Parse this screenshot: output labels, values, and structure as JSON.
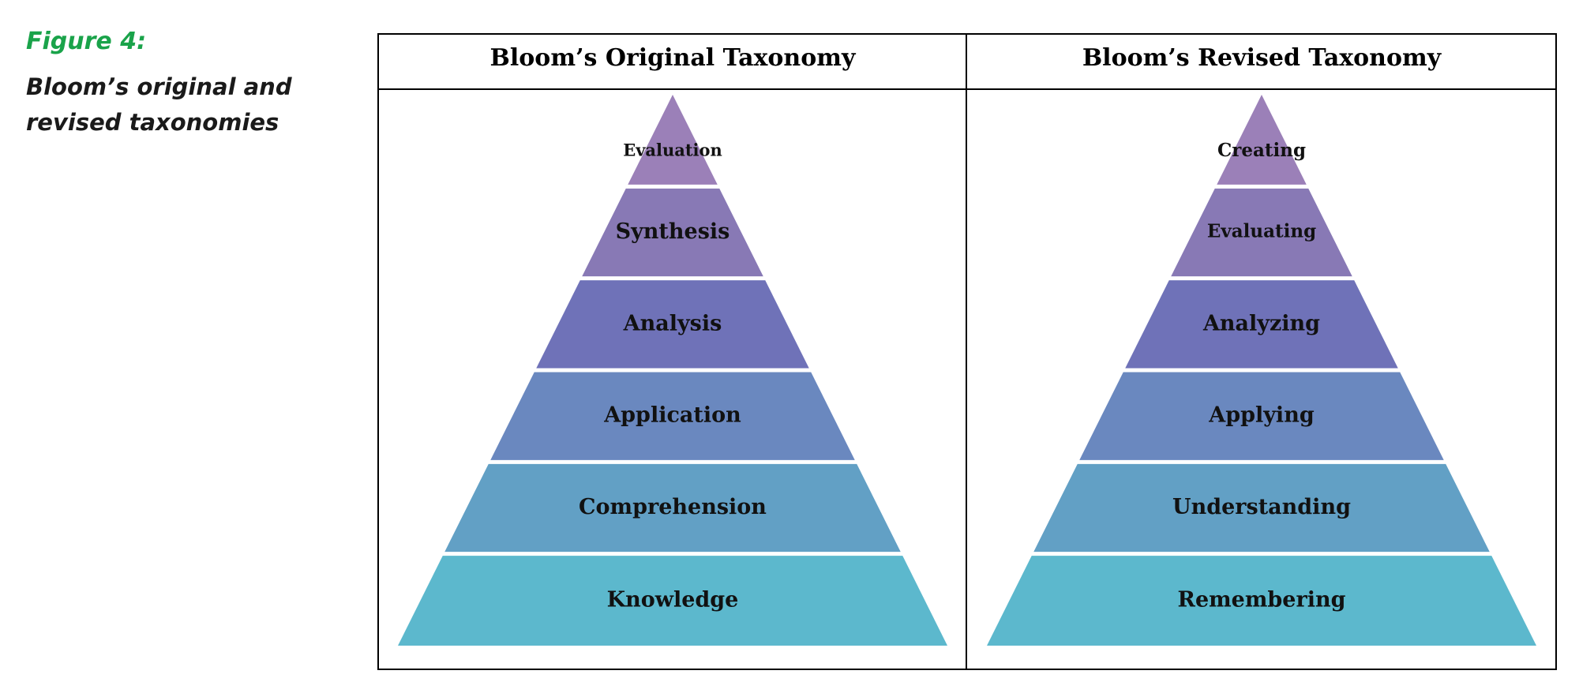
{
  "caption": {
    "label": "Figure 4:",
    "text": "Bloom’s original and revised taxonomies",
    "label_color": "#1aa34a"
  },
  "columns": [
    {
      "title": "Bloom’s Original Taxonomy",
      "levels": [
        "Evaluation",
        "Synthesis",
        "Analysis",
        "Application",
        "Comprehension",
        "Knowledge"
      ]
    },
    {
      "title": "Bloom’s Revised Taxonomy",
      "levels": [
        "Creating",
        "Evaluating",
        "Analyzing",
        "Applying",
        "Understanding",
        "Remembering"
      ]
    }
  ],
  "level_colors": [
    "#9b80b8",
    "#8879b5",
    "#6f72b8",
    "#6a88bf",
    "#62a0c5",
    "#5cb8cd"
  ]
}
